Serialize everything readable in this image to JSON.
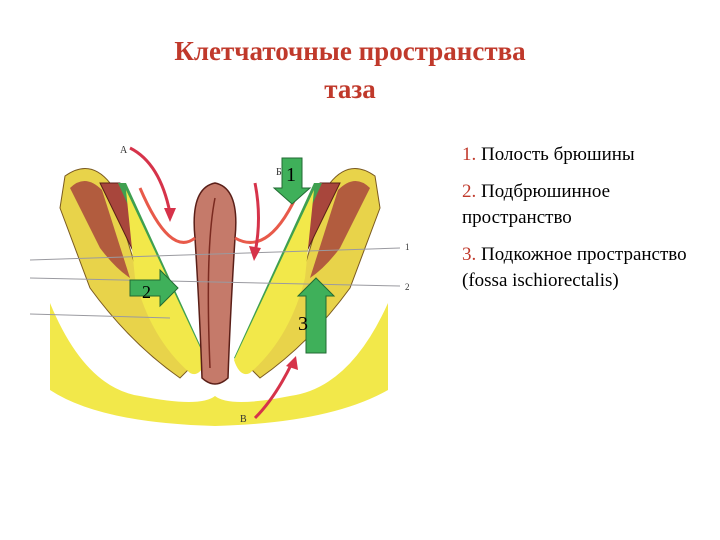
{
  "title": {
    "line1": "Клетчаточные пространства",
    "line2": "таза"
  },
  "figure": {
    "markers": {
      "m1": "1",
      "m2": "2",
      "m3": "3"
    },
    "letters": {
      "a": "А",
      "b": "Б",
      "v": "В"
    },
    "line_labels": {
      "l1": "1",
      "l2": "2"
    }
  },
  "legend": {
    "items": [
      {
        "num": "1.",
        "text": "Полость брюшины"
      },
      {
        "num": "2.",
        "text": "Подбрюшинное пространство"
      },
      {
        "num": "3.",
        "text": "Подкожное пространство (fossa ischiorectalis)"
      }
    ]
  },
  "colors": {
    "title": "#c0392b",
    "fat": "#f2e84a",
    "muscle": "#a8463c",
    "bone": "#e8d34a",
    "rectum": "#c57a6a",
    "arrow_red": "#d6334a",
    "marker_green": "#3fb05a"
  }
}
